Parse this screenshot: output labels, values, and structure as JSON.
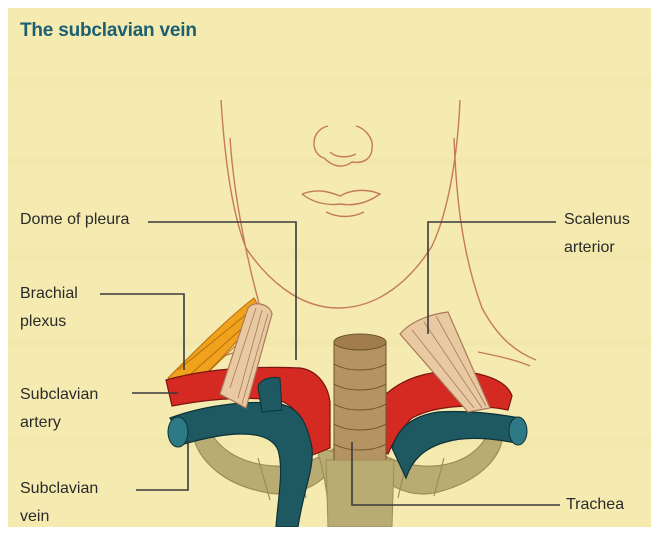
{
  "title": "The subclavian vein",
  "labels": {
    "dome_of_pleura": "Dome of pleura",
    "scalenus": [
      "Scalenus",
      "arterior"
    ],
    "brachial_plexus": [
      "Brachial",
      "plexus"
    ],
    "subclavian_artery": [
      "Subclavian",
      "artery"
    ],
    "subclavian_vein": [
      "Subclavian",
      "vein"
    ],
    "trachea": "Trachea"
  },
  "colors": {
    "background": "#f5ebb0",
    "title": "#1a5f72",
    "artery": "#d42a22",
    "vein": "#1e5860",
    "bone": "#b9ac72",
    "muscle": "#e8c9a2",
    "nerve": "#f0a21c",
    "trachea": "#b59362",
    "outline": "#c47a5a"
  }
}
